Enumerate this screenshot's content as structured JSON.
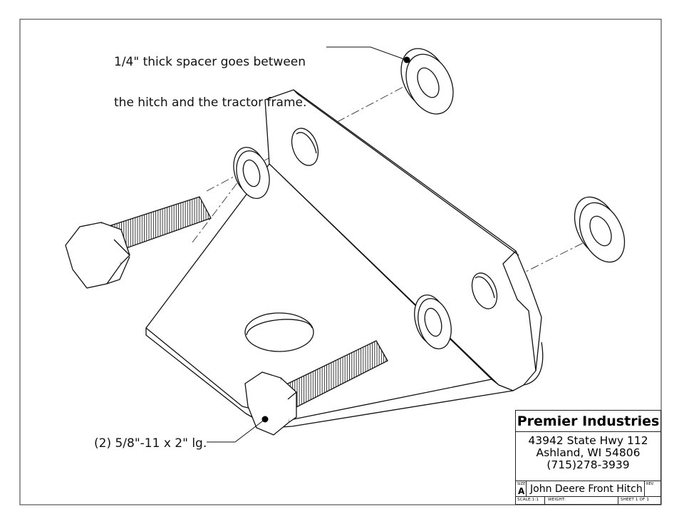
{
  "notes": {
    "spacer": [
      "1/4\" thick spacer goes between",
      "the hitch and the tractor frame."
    ],
    "bolts": "(2) 5/8\"-11 x 2\" lg."
  },
  "title_block": {
    "company": "Premier Industries",
    "address_lines": [
      "43942 State Hwy 112",
      "Ashland, WI  54806",
      "(715)278-3939"
    ],
    "size_label": "SIZE",
    "size": "A",
    "drawing_title": "John Deere Front Hitch",
    "rev_label": "REV.",
    "scale": "SCALE:1:1",
    "weight": "WEIGHT:",
    "sheet": "SHEET 1 OF 1"
  }
}
